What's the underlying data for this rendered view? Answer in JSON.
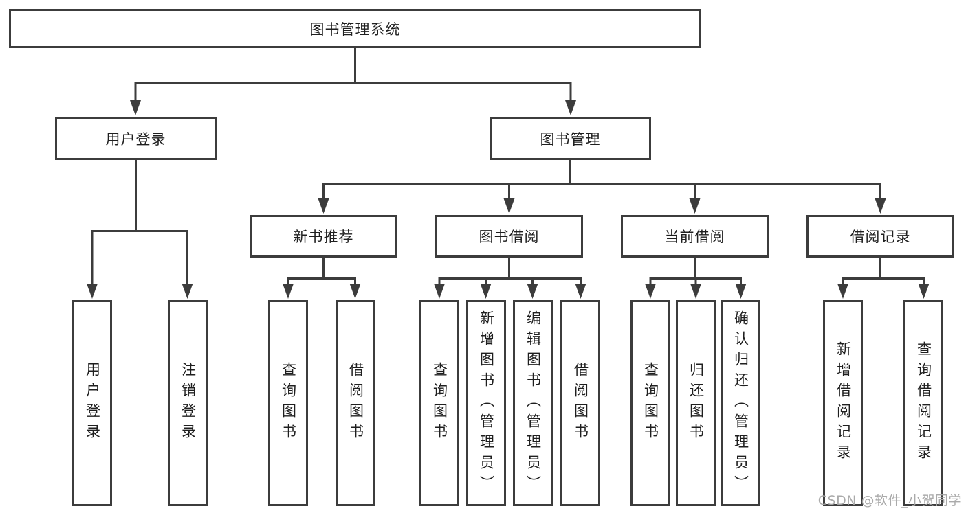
{
  "diagram": {
    "title": "图书管理系统",
    "branches": [
      {
        "label": "用户登录",
        "children": [
          "用户登录",
          "注销登录"
        ]
      },
      {
        "label": "图书管理",
        "children": [
          {
            "label": "新书推荐",
            "children": [
              "查询图书",
              "借阅图书"
            ]
          },
          {
            "label": "图书借阅",
            "children": [
              "查询图书",
              "新增图书（管理员）",
              "编辑图书（管理员）",
              "借阅图书"
            ]
          },
          {
            "label": "当前借阅",
            "children": [
              "查询图书",
              "归还图书",
              "确认归还（管理员）"
            ]
          },
          {
            "label": "借阅记录",
            "children": [
              "新增借阅记录",
              "查询借阅记录"
            ]
          }
        ]
      }
    ]
  },
  "watermark": {
    "text": "CSDN @软件_小贺同学"
  },
  "colors": {
    "line": "#3c3c3c",
    "box_border": "#3c3c3c",
    "text": "#1f1f1f",
    "background": "#ffffff",
    "watermark": "#a5a5a5"
  }
}
